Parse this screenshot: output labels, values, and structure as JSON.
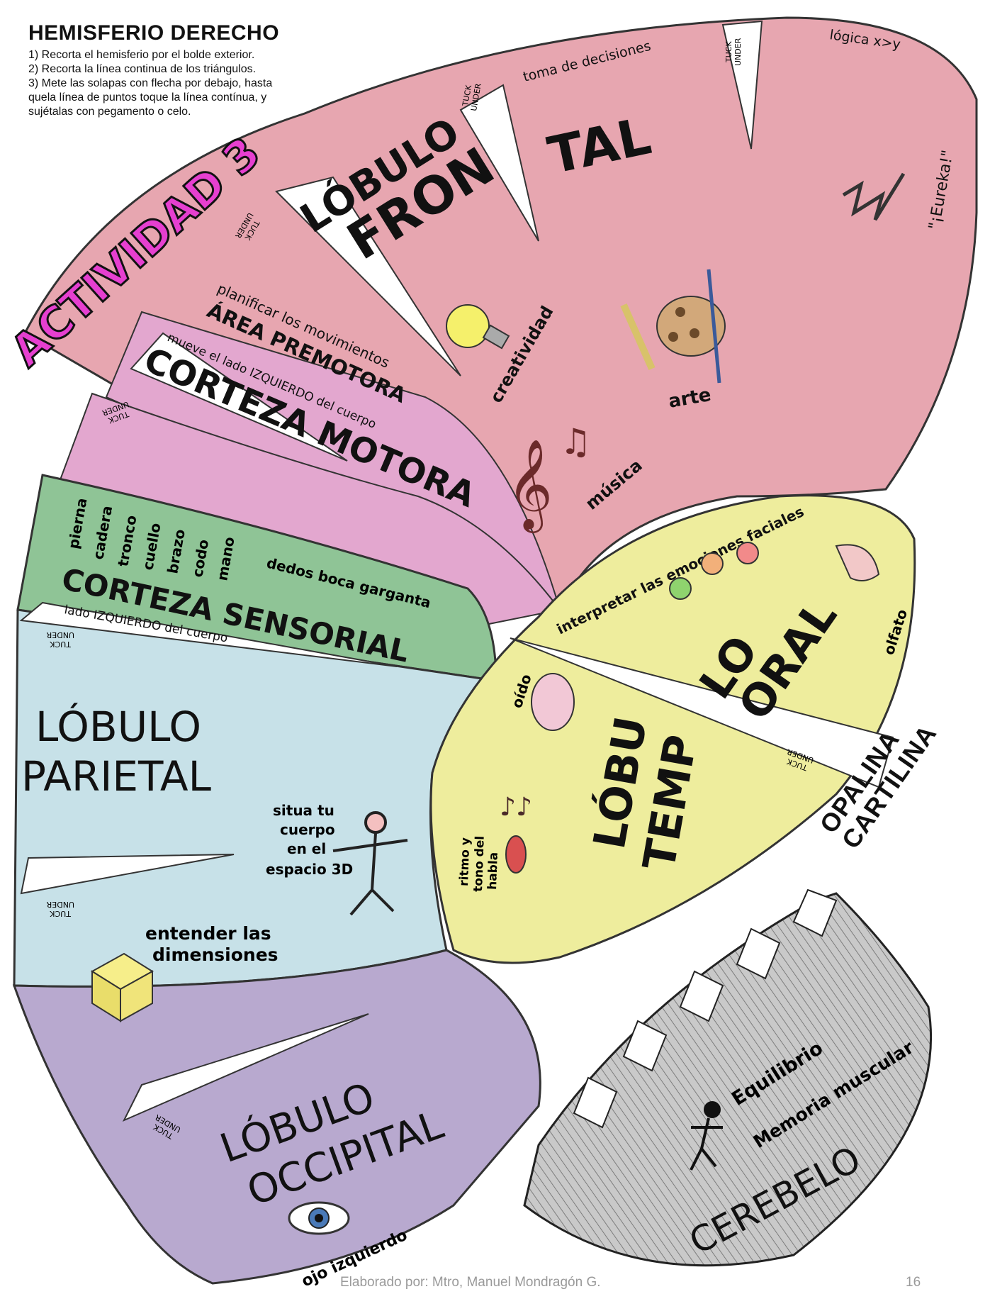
{
  "header": {
    "title": "HEMISFERIO DERECHO",
    "steps": [
      "1) Recorta el hemisferio por el bolde exterior.",
      "2) Recorta la línea continua de los triángulos.",
      "3) Mete las solapas con flecha por debajo, hasta",
      "quela línea de puntos toque la línea contínua, y",
      "sujétalas con pegamento o celo."
    ]
  },
  "activity_badge": "ACTIVIDAD 3",
  "tab_label_line1": "TUCK",
  "tab_label_line2": "UNDER",
  "frontal": {
    "title_line1": "LÓBULO",
    "title_line2": "FRON",
    "title_line2b": "TAL",
    "labels": {
      "toma_decisiones": "toma de decisiones",
      "logica": "lógica  x>y",
      "eureka": "\"¡Eureka!\"",
      "creatividad": "creatividad",
      "arte": "arte",
      "musica": "música"
    }
  },
  "premotora": {
    "caption": "planificar los movimientos",
    "title": "ÁREA PREMOTORA"
  },
  "motora": {
    "caption": "mueve el lado IZQUIERDO del cuerpo",
    "title": "CORTEZA MOTORA"
  },
  "sensorial": {
    "body_parts": [
      "pierna",
      "cadera",
      "tronco",
      "cuello",
      "brazo",
      "codo",
      "mano"
    ],
    "extra_parts": "dedos  boca  garganta",
    "title": "CORTEZA SENSORIAL",
    "caption": "lado IZQUIERDO del cuerpo"
  },
  "parietal": {
    "title_line1": "LÓBULO",
    "title_line2": "PARIETAL",
    "situa_lines": [
      "situa tu",
      "cuerpo",
      "en el",
      "espacio 3D"
    ],
    "dimensiones_lines": [
      "entender las",
      "dimensiones"
    ]
  },
  "temporal": {
    "caption": "interpretar las emociones faciales",
    "olfato": "olfato",
    "oido": "oído",
    "ritmo_lines": [
      "ritmo y",
      "tono del",
      "habla"
    ],
    "title_line1a": "LÓBU",
    "title_line1b": "LO",
    "title_line2a": "TEMP",
    "title_line2b": "ORAL"
  },
  "occipital": {
    "title_line1": "LÓBULO",
    "title_line2": "OCCIPITAL",
    "caption": "ojo izquierdo"
  },
  "cerebelo": {
    "line1": "Equilibrio",
    "line2": "Memoria muscular",
    "title": "CEREBELO"
  },
  "material_note_line1": "OPALINA",
  "material_note_line2": "CARTILINA",
  "footer": "Elaborado por: Mtro, Manuel Mondragón G.",
  "page_number": "16",
  "colors": {
    "frontal": "#e7a6b0",
    "premotora": "#e3a7cf",
    "sensorial": "#8fc496",
    "parietal": "#c7e1e8",
    "temporal": "#eeed9d",
    "occipital": "#b8a9cf",
    "cerebelo": "#bdbdbd",
    "badge": "#e63fd0"
  }
}
